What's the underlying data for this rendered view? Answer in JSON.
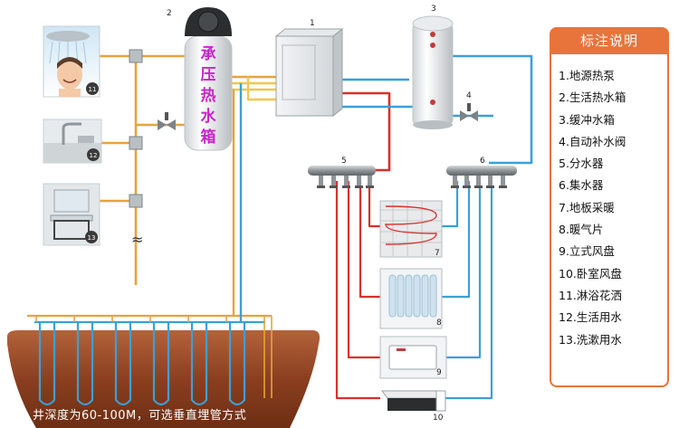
{
  "tank2_text": [
    "承",
    "压",
    "热",
    "水",
    "箱"
  ],
  "callouts": [
    "1",
    "2",
    "3",
    "4",
    "5",
    "6",
    "7",
    "8",
    "9",
    "10",
    "11",
    "12",
    "13"
  ],
  "wavy_symbol": "≈",
  "legend": {
    "title": "标注说明",
    "items": [
      "1.地源热泵",
      "2.生活热水箱",
      "3.缓冲水箱",
      "4.自动补水阀",
      "5.分水器",
      "6.集水器",
      "7.地板采暖",
      "8.暖气片",
      "9.立式风盘",
      "10.卧室风盘",
      "11.淋浴花洒",
      "12.生活用水",
      "13.洗漱用水"
    ]
  },
  "bottom_note": "井深度为60-100M，可选垂直埋管方式",
  "colors": {
    "hot_pipe": "#d9302c",
    "cold_pipe": "#3aa0d8",
    "domestic_pipe": "#e8a33a",
    "legend_accent": "#e8743b",
    "soil": "#8b3f1f",
    "tank_text": "#cc22cc"
  }
}
